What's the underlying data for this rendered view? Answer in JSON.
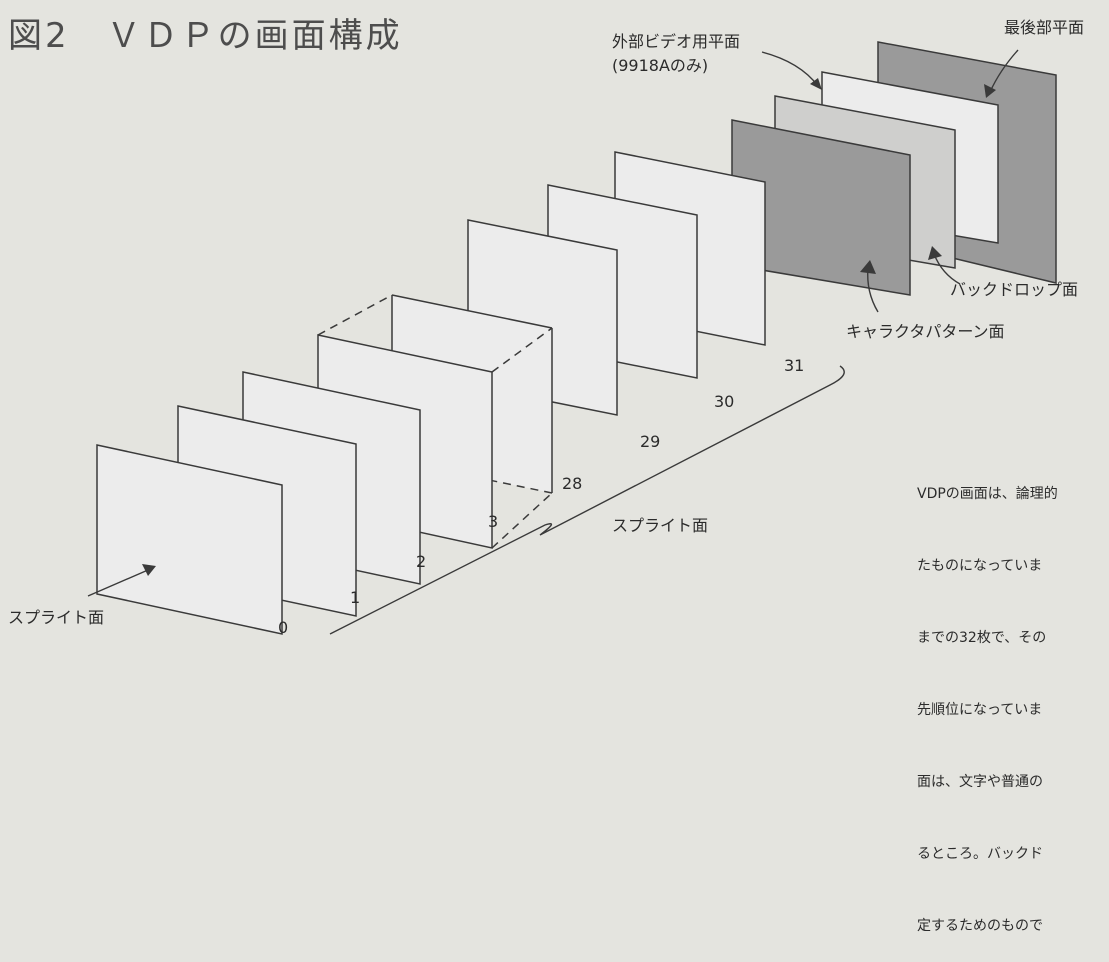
{
  "title": "図2　ＶＤＰの画面構成",
  "labels": {
    "external_video": "外部ビデオ用平面",
    "external_video_note": "(9918Aのみ)",
    "backmost": "最後部平面",
    "backdrop": "バックドロップ面",
    "character_pattern": "キャラクタパターン面",
    "sprite_group": "スプライト面",
    "sprite_plane": "スプライト面"
  },
  "plane_numbers": [
    "0",
    "1",
    "2",
    "3",
    "28",
    "29",
    "30",
    "31"
  ],
  "caption_lines": [
    "VDPの画面は、論理的",
    "たものになっていま",
    "までの32枚で、その",
    "先順位になっていま",
    "面は、文字や普通の",
    "るところ。バックド",
    "定するためのもので"
  ],
  "colors": {
    "background": "#e4e4df",
    "plane_light": "#ececec",
    "plane_mid": "#cfcfcd",
    "plane_dark": "#9a9a9a",
    "line": "#3a3a3a"
  }
}
